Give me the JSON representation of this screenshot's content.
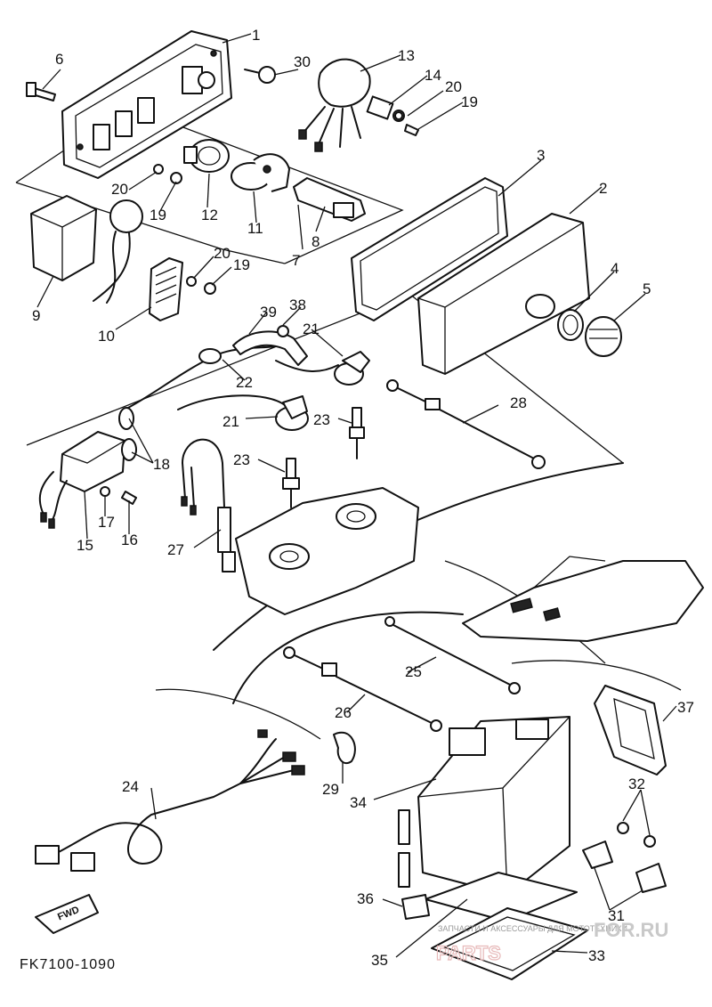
{
  "diagram": {
    "code": "FK7100-1090",
    "fwd_label": "FWD",
    "watermark": {
      "caption": "ЗАПЧАСТИ И АКСЕССУАРЫ ДЛЯ МОТОТЕХНИКИ",
      "brand_left": "PARTS",
      "brand_right": "FOR.RU"
    },
    "callouts": [
      "1",
      "2",
      "3",
      "4",
      "5",
      "6",
      "7",
      "8",
      "9",
      "10",
      "11",
      "12",
      "13",
      "14",
      "15",
      "16",
      "17",
      "18",
      "19",
      "19",
      "19",
      "20",
      "20",
      "20",
      "21",
      "21",
      "22",
      "23",
      "23",
      "24",
      "25",
      "26",
      "27",
      "28",
      "29",
      "30",
      "31",
      "32",
      "33",
      "34",
      "35",
      "36",
      "37",
      "38",
      "39"
    ]
  }
}
